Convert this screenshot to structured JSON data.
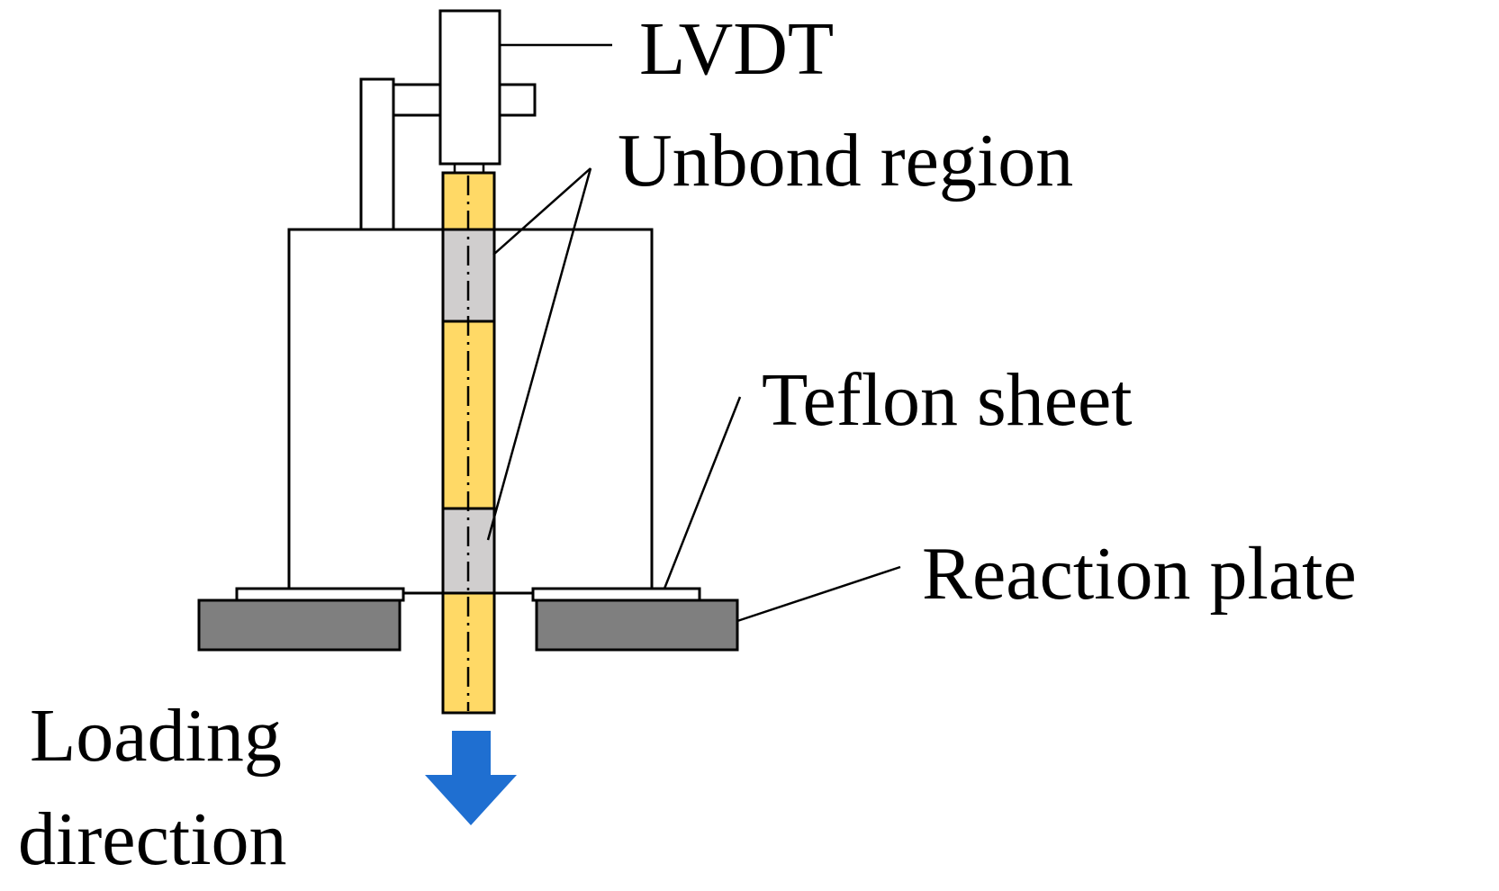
{
  "labels": {
    "lvdt": "LVDT",
    "unbond_region": "Unbond region",
    "teflon_sheet": "Teflon sheet",
    "reaction_plate": "Reaction plate",
    "loading_line1": "Loading",
    "loading_line2": "direction"
  },
  "colors": {
    "rebar": "#FFD966",
    "unbond": "#D0CECE",
    "plate": "#7F7F7F",
    "arrow": "#1F6FD1",
    "outline": "#000000",
    "background": "#FFFFFF"
  }
}
